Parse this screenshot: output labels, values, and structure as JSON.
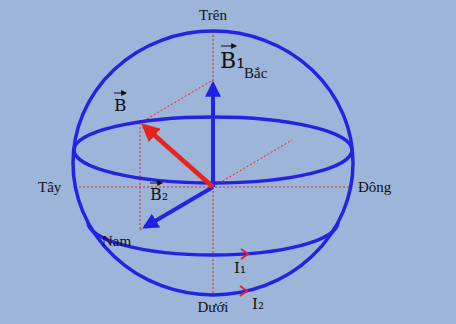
{
  "diagram": {
    "labels": [
      "Trên",
      "B₁",
      "Bắc",
      "B",
      "Tây",
      "Đông",
      "B₂",
      "Nam",
      "I₁",
      "I₂",
      "Dưới"
    ]
  }
}
